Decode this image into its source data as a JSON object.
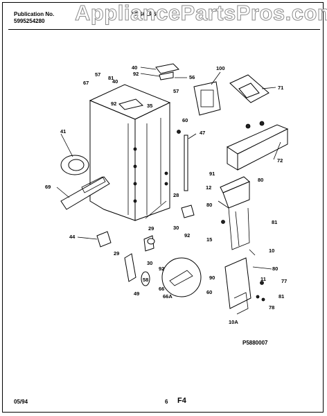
{
  "header": {
    "publication_label": "Publication No.",
    "publication_number": "5995254280",
    "model": "FRS6LR6E",
    "watermark": "AppliancePartsPros.com"
  },
  "callouts": [
    {
      "id": "c40a",
      "text": "40"
    },
    {
      "id": "c92a",
      "text": "92"
    },
    {
      "id": "c56",
      "text": "56"
    },
    {
      "id": "c100",
      "text": "100"
    },
    {
      "id": "c57a",
      "text": "57"
    },
    {
      "id": "c81a",
      "text": "81"
    },
    {
      "id": "c67",
      "text": "67"
    },
    {
      "id": "c40b",
      "text": "40"
    },
    {
      "id": "c57b",
      "text": "57"
    },
    {
      "id": "c71",
      "text": "71"
    },
    {
      "id": "c92b",
      "text": "92"
    },
    {
      "id": "c35",
      "text": "35"
    },
    {
      "id": "c60a",
      "text": "60"
    },
    {
      "id": "c47",
      "text": "47"
    },
    {
      "id": "c41",
      "text": "41"
    },
    {
      "id": "c72",
      "text": "72"
    },
    {
      "id": "c91",
      "text": "91"
    },
    {
      "id": "c69",
      "text": "69"
    },
    {
      "id": "c12",
      "text": "12"
    },
    {
      "id": "c80a",
      "text": "80"
    },
    {
      "id": "c28",
      "text": "28"
    },
    {
      "id": "c80b",
      "text": "80"
    },
    {
      "id": "c30a",
      "text": "30"
    },
    {
      "id": "c81b",
      "text": "81"
    },
    {
      "id": "c92c",
      "text": "92"
    },
    {
      "id": "c44",
      "text": "44"
    },
    {
      "id": "c15",
      "text": "15"
    },
    {
      "id": "c29a",
      "text": "29"
    },
    {
      "id": "c10",
      "text": "10"
    },
    {
      "id": "c29b",
      "text": "29"
    },
    {
      "id": "c30b",
      "text": "30"
    },
    {
      "id": "c92d",
      "text": "92"
    },
    {
      "id": "c58",
      "text": "58"
    },
    {
      "id": "c90",
      "text": "90"
    },
    {
      "id": "c80c",
      "text": "80"
    },
    {
      "id": "c11",
      "text": "11"
    },
    {
      "id": "c77",
      "text": "77"
    },
    {
      "id": "c66",
      "text": "66"
    },
    {
      "id": "c81c",
      "text": "81"
    },
    {
      "id": "c49",
      "text": "49"
    },
    {
      "id": "c66a",
      "text": "66A"
    },
    {
      "id": "c60b",
      "text": "60"
    },
    {
      "id": "c78",
      "text": "78"
    },
    {
      "id": "c10a",
      "text": "10A"
    }
  ],
  "figure_id": "P5880007",
  "footer": {
    "date": "05/94",
    "page": "6",
    "section": "F4"
  }
}
